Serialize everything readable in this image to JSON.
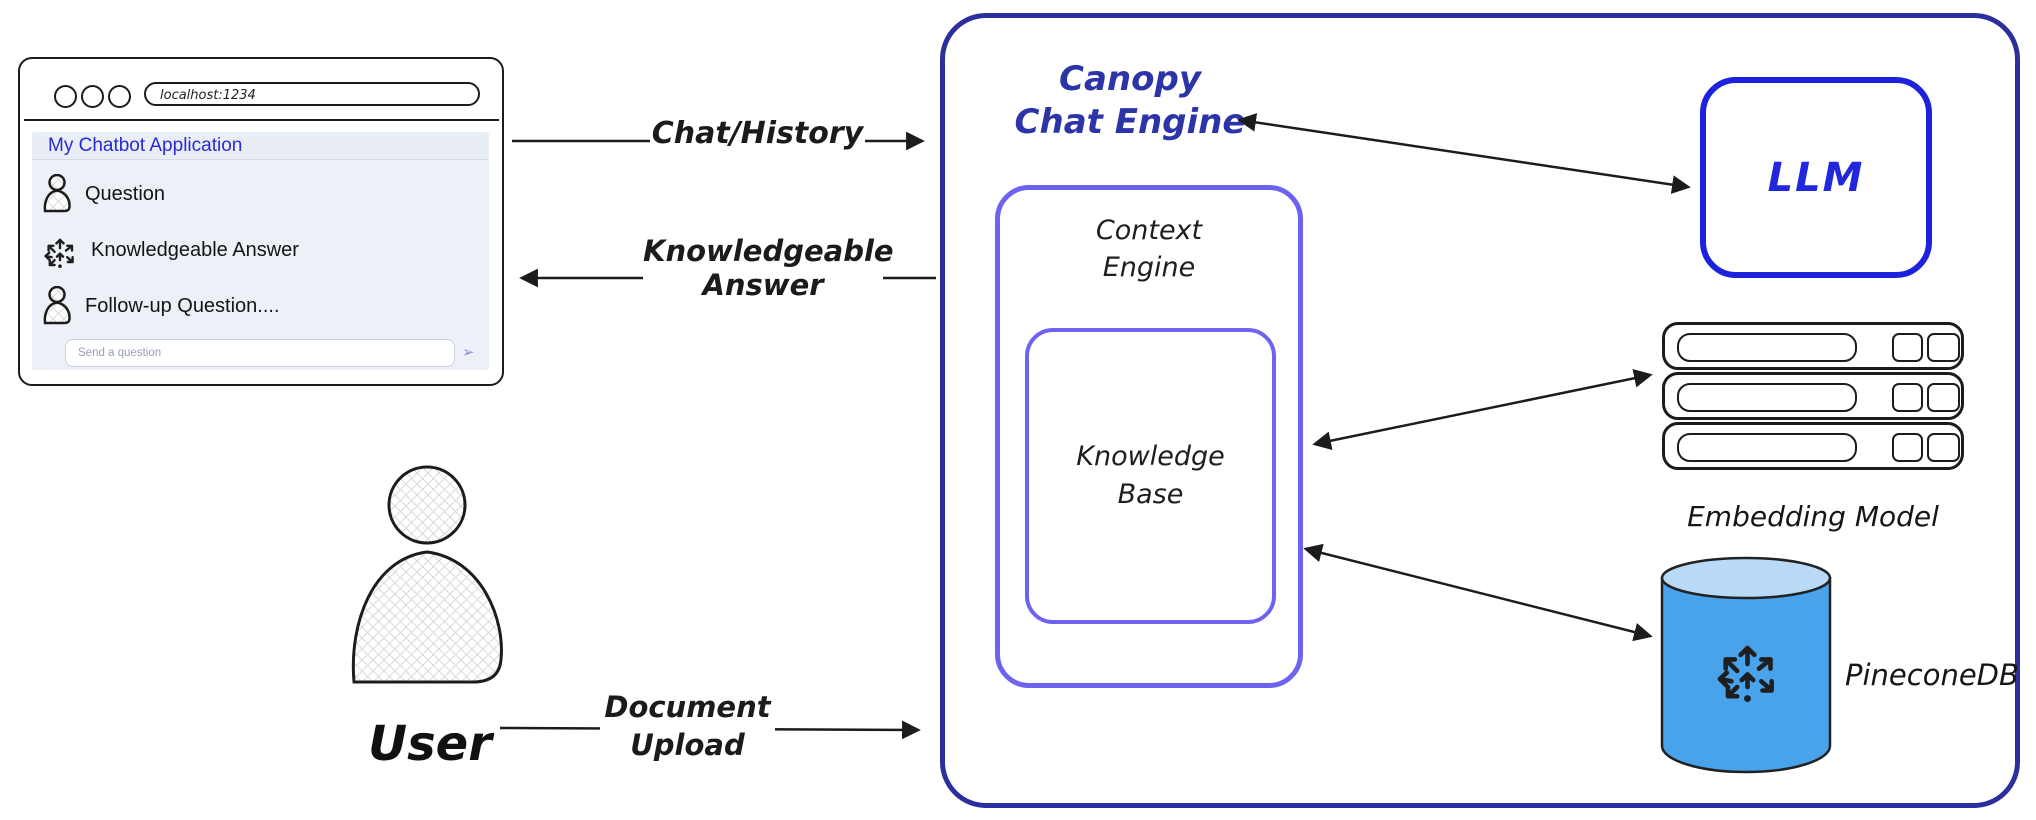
{
  "browser": {
    "url": "localhost:1234",
    "title": "My Chatbot Application",
    "messages": [
      {
        "icon": "user-icon",
        "text": "Question"
      },
      {
        "icon": "pinecone-icon",
        "text": "Knowledgeable Answer"
      },
      {
        "icon": "user-icon",
        "text": "Follow-up Question...."
      }
    ],
    "input_placeholder": "Send a question",
    "send_icon": "➢"
  },
  "actors": {
    "user_label": "User"
  },
  "flows": {
    "chat_history": "Chat/History",
    "knowledgeable_line1": "Knowledgeable",
    "knowledgeable_line2": "Answer",
    "document_line1": "Document",
    "document_line2": "Upload"
  },
  "engine": {
    "title_line1": "Canopy",
    "title_line2": "Chat Engine",
    "context_line1": "Context",
    "context_line2": "Engine",
    "kb_line1": "Knowledge",
    "kb_line2": "Base",
    "llm_label": "LLM",
    "embedding_label": "Embedding Model",
    "pinecone_label": "PineconeDB"
  },
  "colors": {
    "outer_box_border": "#2b2f9e",
    "inner_box_border": "#6e63f1",
    "llm_border": "#1d23dc",
    "canopy_text": "#2c35a8",
    "chat_title_text": "#2a2ad2",
    "chat_panel_bg": "#edf1f7",
    "cylinder_body": "#48a3eb",
    "cylinder_top": "#b9daf7",
    "arrow_color": "#1c1c1c"
  }
}
